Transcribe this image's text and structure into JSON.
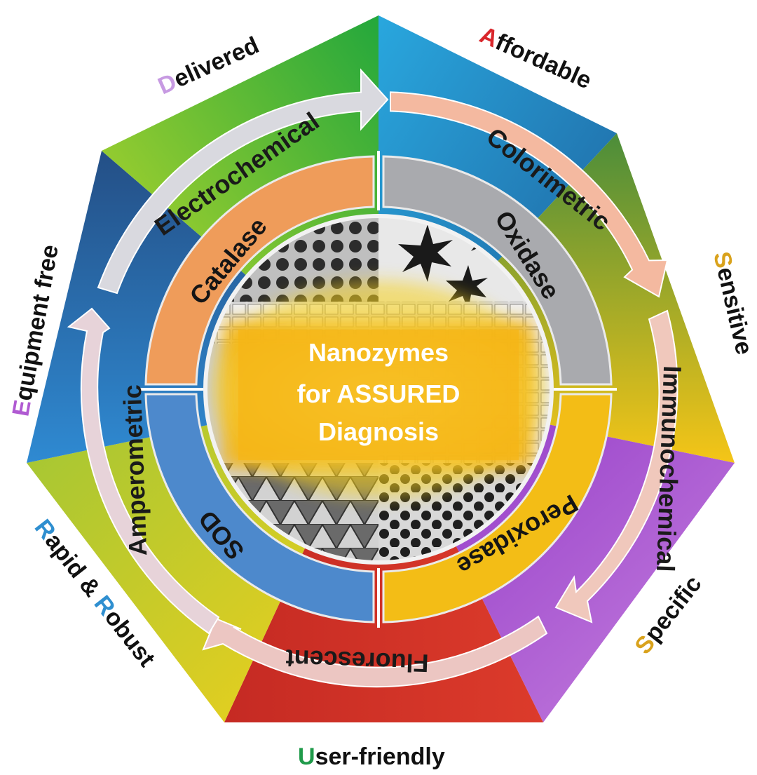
{
  "center": {
    "line1": "Nanozymes",
    "line2": "for ASSURED",
    "line3": "Diagnosis"
  },
  "criteria": [
    {
      "initial": "A",
      "rest": "ffordable",
      "initial_color": "#d9262b"
    },
    {
      "initial": "S",
      "rest": "ensitive",
      "initial_color": "#d9a21c"
    },
    {
      "initial": "S",
      "rest": "pecific",
      "initial_color": "#d9a21c"
    },
    {
      "initial": "U",
      "rest": "ser-friendly",
      "initial_color": "#1f9a4a"
    },
    {
      "initial": "R",
      "rest": "apid & ",
      "initial2": "R",
      "rest2": "obust",
      "initial_color": "#2f8fd0"
    },
    {
      "initial": "E",
      "rest": "quipment free",
      "initial_color": "#b05ad2"
    },
    {
      "initial": "D",
      "rest": "elivered",
      "initial_color": "#c79ae2"
    }
  ],
  "detection_methods": [
    "Colorimetric",
    "Immunochemical",
    "Fluorescent",
    "Amperometric",
    "Electrochemical"
  ],
  "enzymes": [
    "Oxidase",
    "Peroxidase",
    "SOD",
    "Catalase"
  ],
  "colors": {
    "affordable": "#1f9bd6",
    "sensitive": "#f2c21a",
    "specific": "#9b3fc9",
    "user_friendly": "#d9342b",
    "rapid": "#e8d21d",
    "equipment_free": "#2a7cc2",
    "delivered": "#8cc63f",
    "colorimetric_arrow": "#f4b9a0",
    "immunochemical_arrow": "#f0c8bc",
    "fluorescent_arrow": "#ecc6c2",
    "amperometric_arrow": "#e7d3d9",
    "electrochemical_arrow": "#d9d9df",
    "oxidase": "#a9aaae",
    "peroxidase": "#f3bd16",
    "sod": "#4d89cc",
    "catalase": "#ef9c5a",
    "center_box": "#f6b617"
  }
}
